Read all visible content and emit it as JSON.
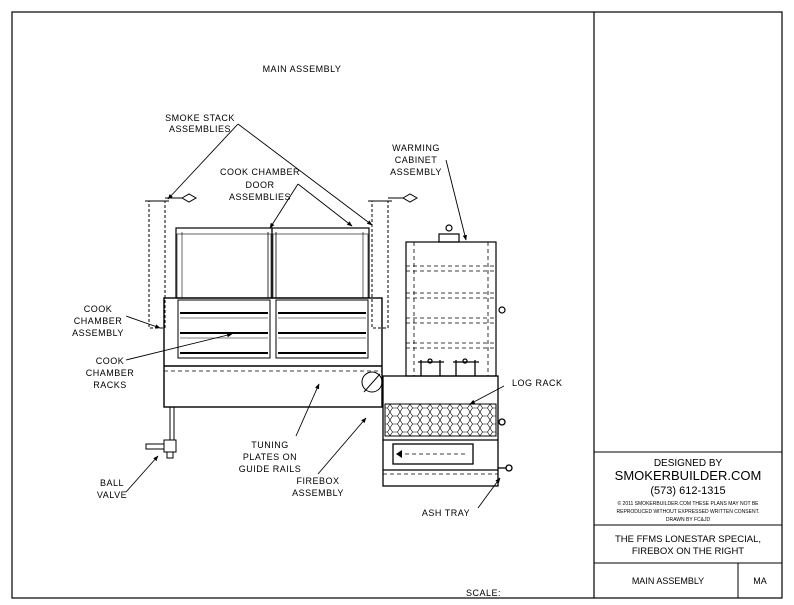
{
  "drawing": {
    "view_title": "MAIN ASSEMBLY",
    "labels": {
      "smoke_stack": [
        "SMOKE STACK",
        "ASSEMBLIES"
      ],
      "cook_chamber_door": [
        "COOK CHAMBER",
        "DOOR",
        "ASSEMBLIES"
      ],
      "warming_cabinet": [
        "WARMING",
        "CABINET",
        "ASSEMBLY"
      ],
      "cook_chamber_assembly": [
        "COOK",
        "CHAMBER",
        "ASSEMBLY"
      ],
      "cook_chamber_racks": [
        "COOK",
        "CHAMBER",
        "RACKS"
      ],
      "log_rack": "LOG RACK",
      "tuning_plates": [
        "TUNING",
        "PLATES ON",
        "GUIDE RAILS"
      ],
      "ball_valve": [
        "BALL",
        "VALVE"
      ],
      "firebox_assembly": [
        "FIREBOX",
        "ASSEMBLY"
      ],
      "ash_tray": "ASH TRAY"
    },
    "scale_label": "SCALE:"
  },
  "title_block": {
    "designed_by": "DESIGNED BY",
    "company": "SMOKERBUILDER.COM",
    "phone": "(573)  612-1315",
    "copyright_lines": [
      "©  2011  SMOKERBUILDER.COM  THESE  PLANS  MAY  NOT  BE",
      "REPRODUCED  WITHOUT  EXPRESSED  WRITTEN  CONSENT.",
      "DRAWN  BY  FC&JD"
    ],
    "project_title": [
      "THE  FFMS  LONESTAR  SPECIAL,",
      "FIREBOX  ON  THE  RIGHT"
    ],
    "sheet_name": "MAIN ASSEMBLY",
    "sheet_code": "MA"
  }
}
